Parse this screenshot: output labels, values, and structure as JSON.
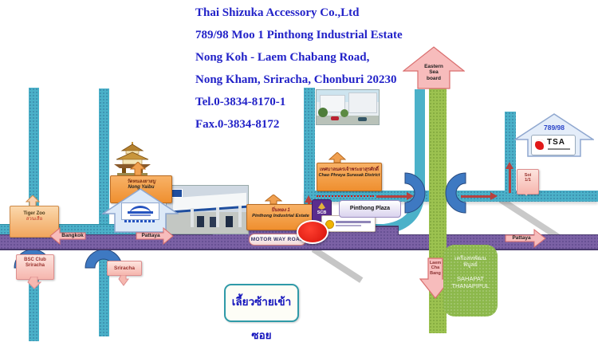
{
  "company": {
    "name": "Thai Shizuka Accessory Co.,Ltd",
    "address_line1": "789/98  Moo 1 Pinthong Industrial Estate",
    "address_line2": "Nong Koh - Laem Chabang Road,",
    "address_line3": "Nong Kham, Sriracha, Chonburi 20230",
    "tel": "Tel.0-3834-8170-1",
    "fax": "Fax.0-3834-8172"
  },
  "roads": {
    "motorway_label": "MOTOR WAY ROAD",
    "bangkok_arrow": "Bangkok",
    "pattaya_arrow_west": "Pattaya",
    "pattaya_arrow_east": "Pattaya"
  },
  "destinations": {
    "eastern_seaboard": {
      "line1": "Eastern",
      "line2": "Sea",
      "line3": "board"
    },
    "laem_chabang": {
      "line1": "Laem",
      "line2": "Cha",
      "line3": "Bang"
    },
    "soi": {
      "line1": "Soi",
      "line2": "1/1"
    }
  },
  "landmarks": {
    "tiger_zoo": {
      "en": "Tiger Zoo",
      "th": "สวนเสือ"
    },
    "bsc_club": {
      "line1": "BSC Club",
      "line2": "Sriracha"
    },
    "sriracha": "Sriracha",
    "nong_yaibu": {
      "th": "วัดหนองยายบู",
      "en": "Nong Yaibu"
    },
    "pinthong_estate": {
      "th": "ปิ่นทอง 1",
      "en": "Pinthong  Industrial Estate"
    },
    "chao_phraya_surasak": {
      "th": "เทศบาลนครเจ้าพระยาสุรศักดิ์",
      "en": "Chao Phraya Surasak District"
    },
    "pinthong_plaza": "Pinthong Plaza",
    "scb_bank": "SCB",
    "company_house": {
      "number": "789/98",
      "logo": "TSA"
    },
    "sahapat": {
      "th_line1": "เครือสหพัฒน",
      "th_line2": "พิบูลย์",
      "en_line1": "SAHAPAT",
      "en_line2": "THANAPIPUL"
    }
  },
  "instruction": {
    "turn_left_note": "เลี้ยวซ้ายเข้าซอย"
  },
  "colors": {
    "road_teal": "#4bb1c9",
    "motorway_purple": "#7b61a5",
    "road_green": "#9cc250",
    "ramp_blue": "#3e79c2",
    "marker_red": "#ee1309",
    "accent_pink": "#f7bcbc",
    "accent_orange": "#ef8f2f",
    "header_text_blue": "#2222c8"
  }
}
